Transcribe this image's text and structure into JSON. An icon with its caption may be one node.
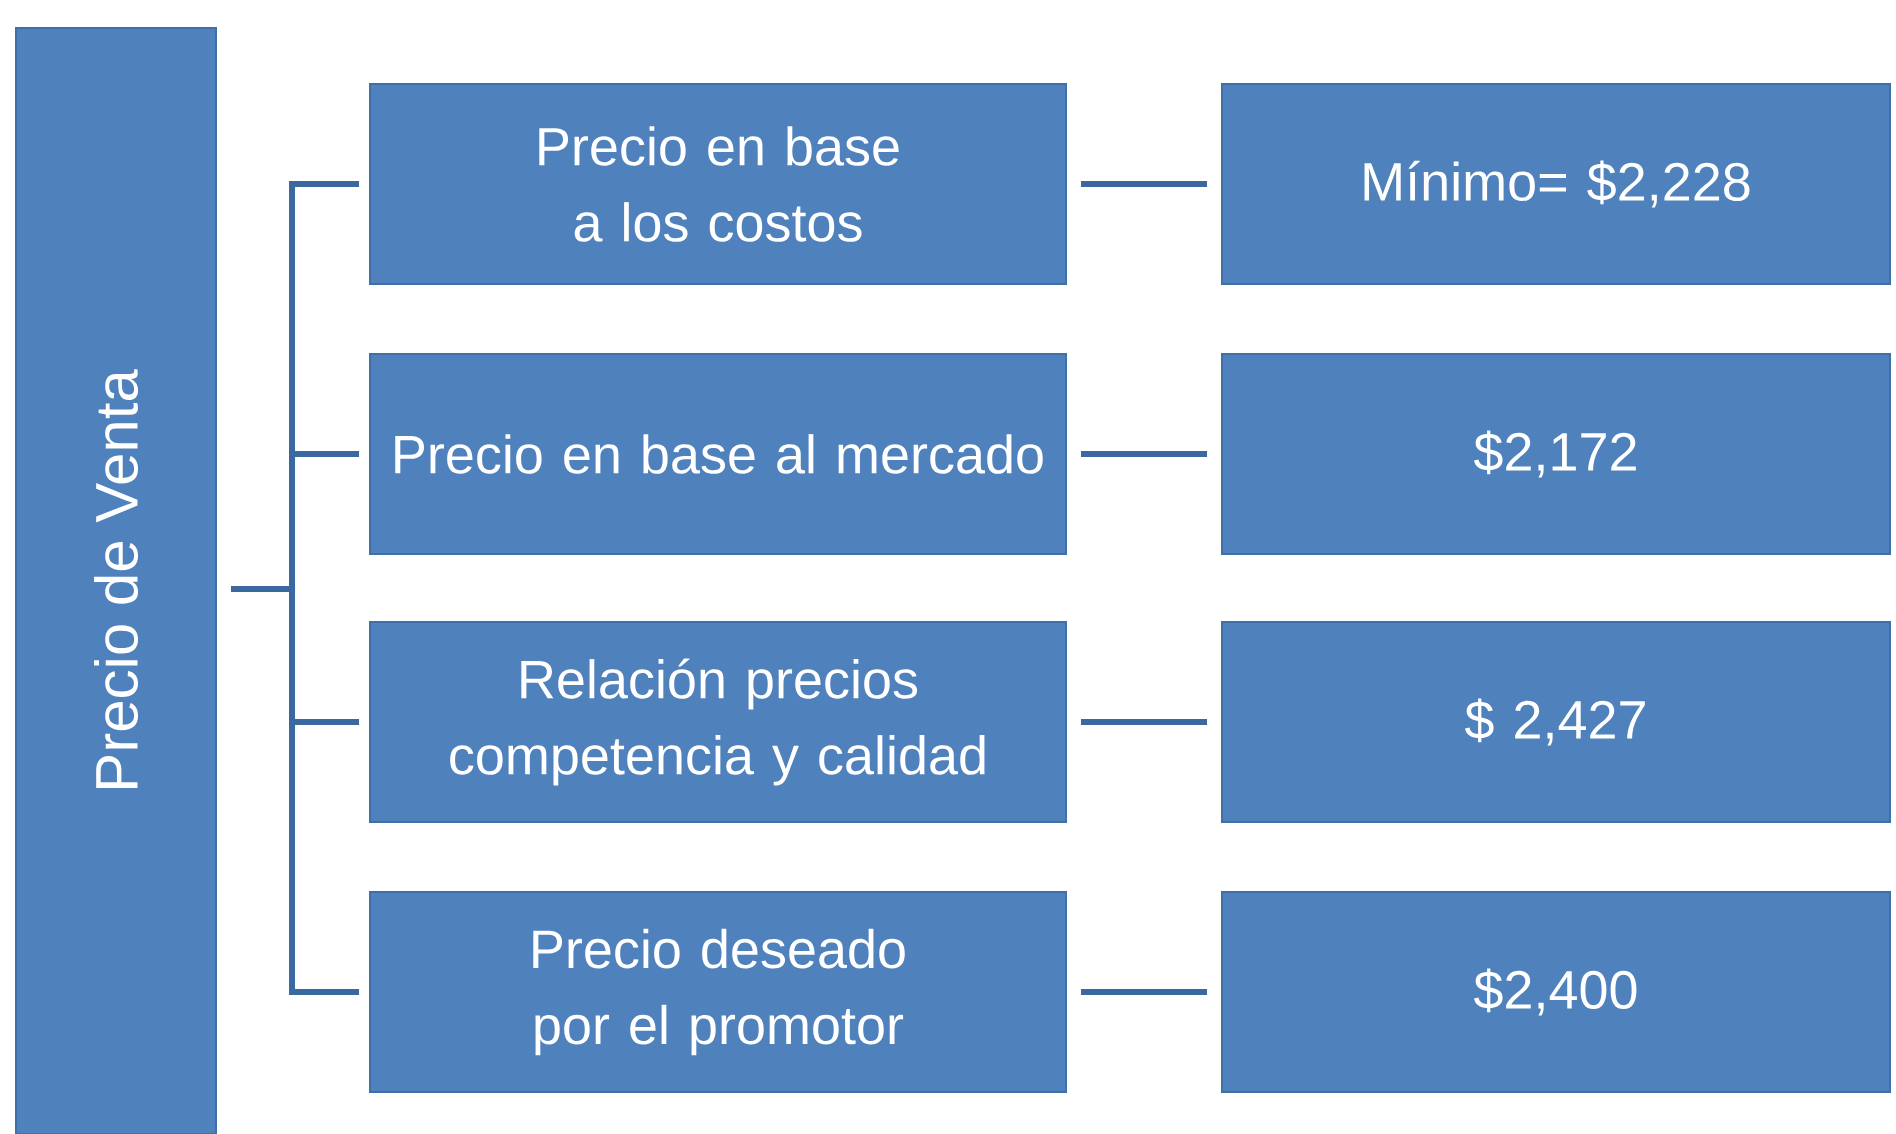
{
  "diagram": {
    "nodes": [
      {
        "text": [
          "Precio de Venta"
        ]
      },
      {
        "text": [
          "Precio en base a los costos"
        ]
      },
      {
        "text": [
          "Precio en base al mercado"
        ]
      },
      {
        "text": [
          "Relación precios competencia y calidad"
        ]
      },
      {
        "text": [
          "Precio deseado por el promotor"
        ]
      },
      {
        "text": [
          "Mínimo= $2,228"
        ]
      },
      {
        "text": [
          "$2,172"
        ]
      },
      {
        "text": [
          "$ 2,427"
        ]
      },
      {
        "text": [
          "$2,400"
        ]
      }
    ],
    "edges": [
      {
        "from": 0,
        "to": 1,
        "arrow": "none"
      },
      {
        "from": 0,
        "to": 2,
        "arrow": "none"
      },
      {
        "from": 0,
        "to": 3,
        "arrow": "none"
      },
      {
        "from": 0,
        "to": 4,
        "arrow": "none"
      },
      {
        "from": 1,
        "to": 5,
        "arrow": "none"
      },
      {
        "from": 2,
        "to": 6,
        "arrow": "none"
      },
      {
        "from": 3,
        "to": 7,
        "arrow": "none"
      },
      {
        "from": 4,
        "to": 8,
        "arrow": "none"
      }
    ]
  }
}
